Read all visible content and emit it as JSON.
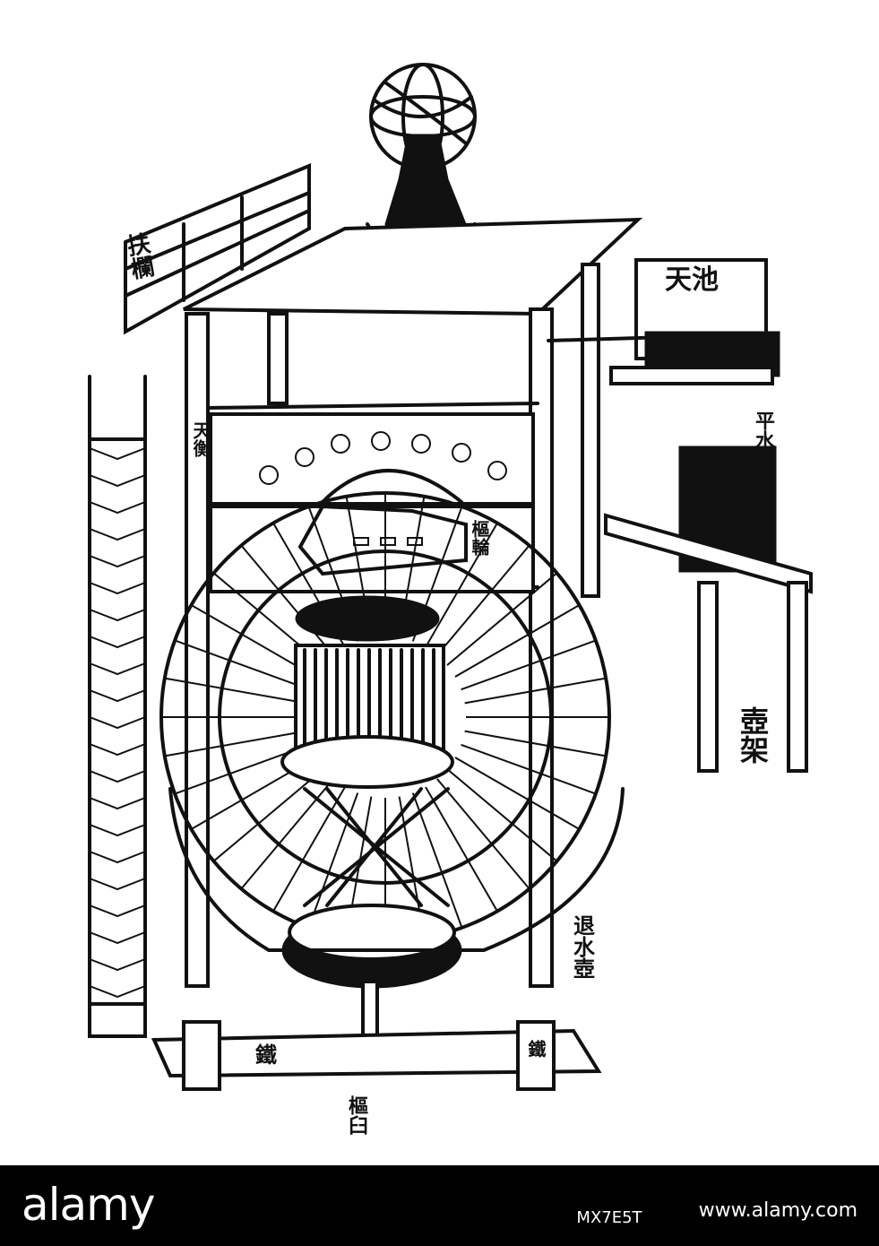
{
  "labels": {
    "armillary_rail": "扶欄",
    "heavenly_pool": "天池",
    "water_level_tank": "平水壺",
    "cabinet": "壺架",
    "upper_wheel": "樞輪",
    "shaft_pit": "退水壺",
    "base_beam": "樞臼",
    "left_tag": "天衡",
    "beam_right": "鐵",
    "beam_left": "鐵"
  },
  "colors": {
    "ink": "#111111",
    "paper": "#ffffff",
    "banner": "#000000"
  },
  "watermark": {
    "brand": "alamy",
    "image_id": "MX7E5T",
    "url": "www.alamy.com"
  }
}
